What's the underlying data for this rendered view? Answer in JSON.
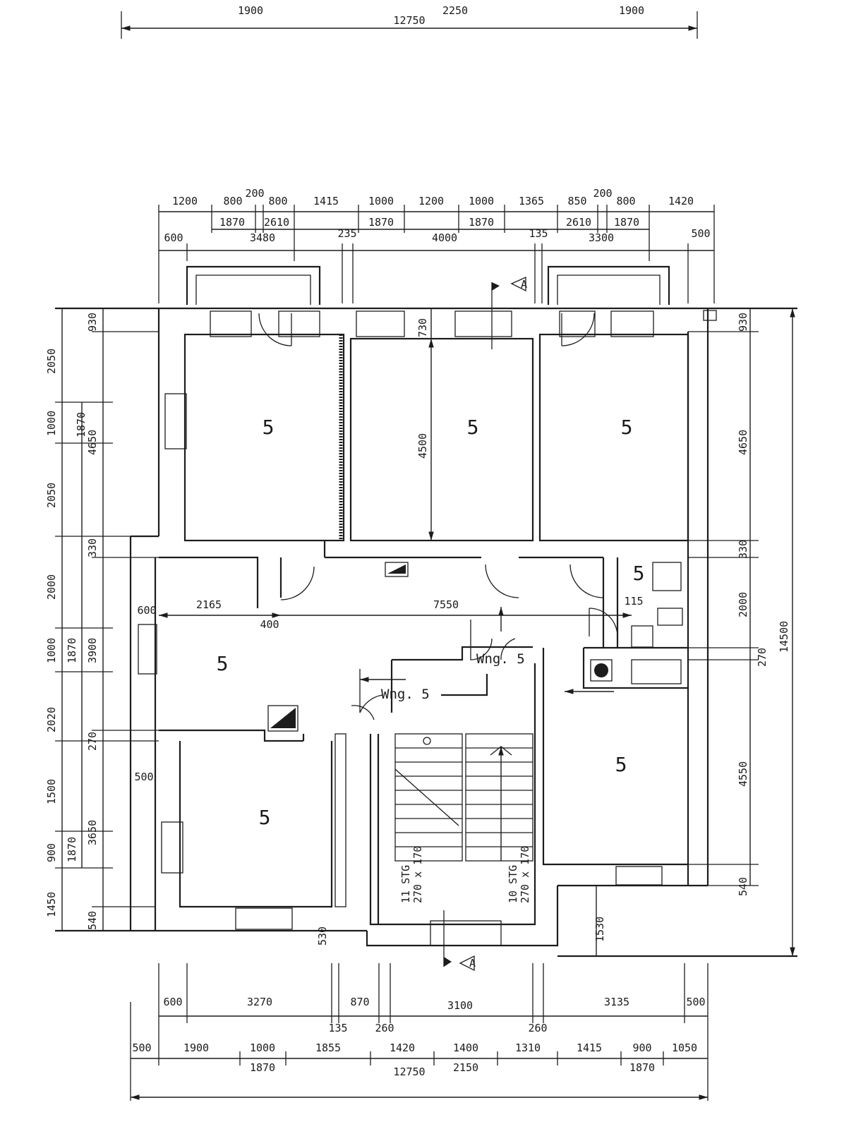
{
  "top_partial": {
    "labels": [
      "1900",
      "2250",
      "1900"
    ],
    "total": "12750"
  },
  "top_row1": [
    "1200",
    "800",
    "200",
    "800",
    "1415",
    "1000",
    "1200",
    "1000",
    "1365",
    "850",
    "200",
    "800",
    "1420"
  ],
  "top_row2": [
    "1870",
    "2610",
    "1870",
    "1870",
    "2610",
    "1870"
  ],
  "top_row3": [
    "600",
    "3480",
    "235",
    "4000",
    "135",
    "3300",
    "500"
  ],
  "left_outer": [
    "2050",
    "1000",
    "2050",
    "2000",
    "1000",
    "2020",
    "1500",
    "900",
    "1450"
  ],
  "left_mid": [
    "1870",
    "1870",
    "1870"
  ],
  "left_inner": [
    "930",
    "4650",
    "330",
    "3900",
    "270",
    "3650",
    "540"
  ],
  "right_inner": [
    "930",
    "4650",
    "330",
    "2000",
    "270",
    "4550",
    "540",
    "1530"
  ],
  "right_total": "14500",
  "interior_dims": [
    "4500",
    "730",
    "2165",
    "7550",
    "600",
    "400",
    "115",
    "500",
    "530"
  ],
  "room_labels": [
    "5",
    "5",
    "5",
    "5",
    "5",
    "5",
    "5"
  ],
  "wng_labels": [
    "Wng. 5",
    "Wng. 5"
  ],
  "stair_labels": [
    "11 STG",
    "270 x 170",
    "10 STG",
    "270 x 170"
  ],
  "section_labels": [
    "A",
    "A"
  ],
  "bottom_row1": [
    "600",
    "3270",
    "870",
    "3100",
    "3135",
    "500"
  ],
  "bottom_row1b": [
    "135",
    "260",
    "260"
  ],
  "bottom_row2": [
    "500",
    "1900",
    "1000",
    "1855",
    "1420",
    "1400",
    "1310",
    "1415",
    "900",
    "1050"
  ],
  "bottom_row3": [
    "1870",
    "2150",
    "1870"
  ],
  "bottom_total": "12750"
}
